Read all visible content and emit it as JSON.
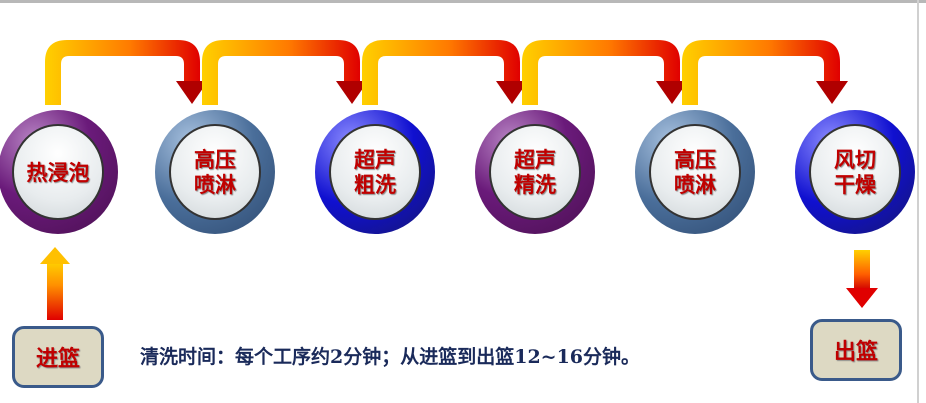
{
  "steps": [
    {
      "label": "热浸泡",
      "ring": "purple"
    },
    {
      "label": "高压\n喷淋",
      "ring": "steel"
    },
    {
      "label": "超声\n粗洗",
      "ring": "blue"
    },
    {
      "label": "超声\n精洗",
      "ring": "purple"
    },
    {
      "label": "高压\n喷淋",
      "ring": "steel"
    },
    {
      "label": "风切\n干燥",
      "ring": "blue"
    }
  ],
  "input_box": "进篮",
  "output_box": "出篮",
  "caption": "清洗时间：每个工序约2分钟；从进篮到出篮12~16分钟。",
  "colors": {
    "label": "#c00000",
    "caption": "#1a2a5a",
    "box": "#ddd9c3"
  }
}
